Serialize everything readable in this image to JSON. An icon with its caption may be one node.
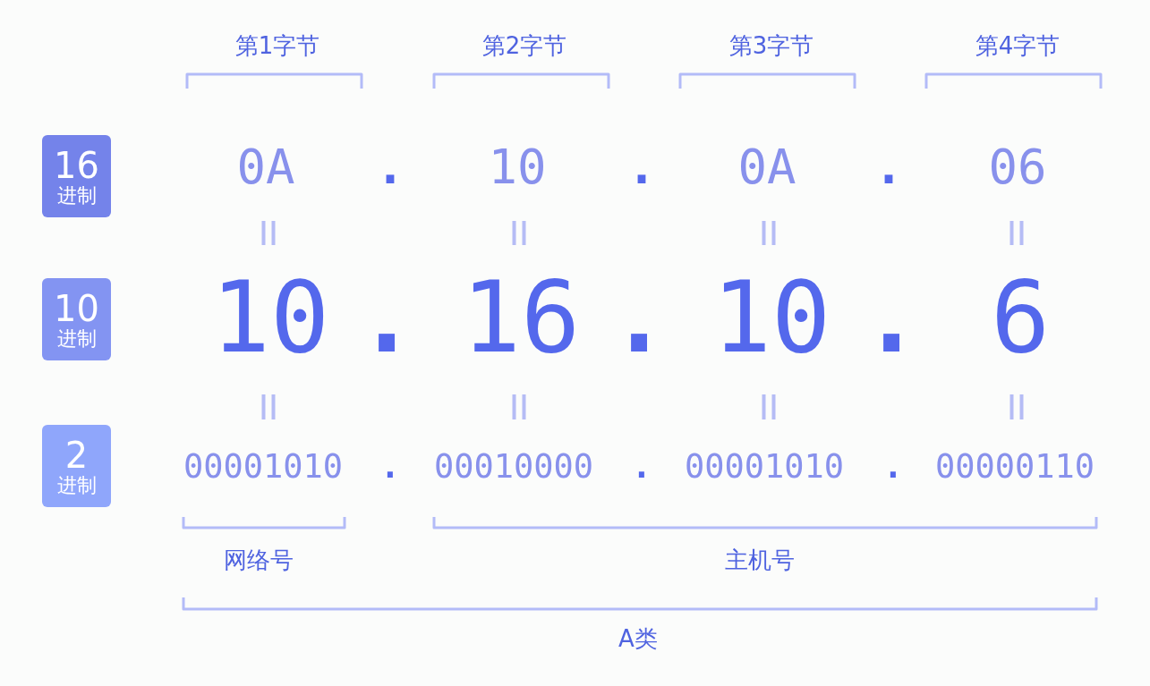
{
  "diagram": {
    "nodes": [
      {
        "text": [
          "16",
          "进制"
        ]
      },
      {
        "text": [
          "10",
          "进制"
        ]
      },
      {
        "text": [
          "2",
          "进制"
        ]
      }
    ],
    "labels": [
      "第1字节",
      "第2字节",
      "第3字节",
      "第4字节",
      "0A",
      ".",
      "10",
      ".",
      "0A",
      ".",
      "06",
      "10",
      ".",
      "16",
      ".",
      "10",
      ".",
      "6",
      "00001010",
      ".",
      "00010000",
      ".",
      "00001010",
      ".",
      "00000110",
      "网络号",
      "主机号",
      "A类"
    ]
  }
}
